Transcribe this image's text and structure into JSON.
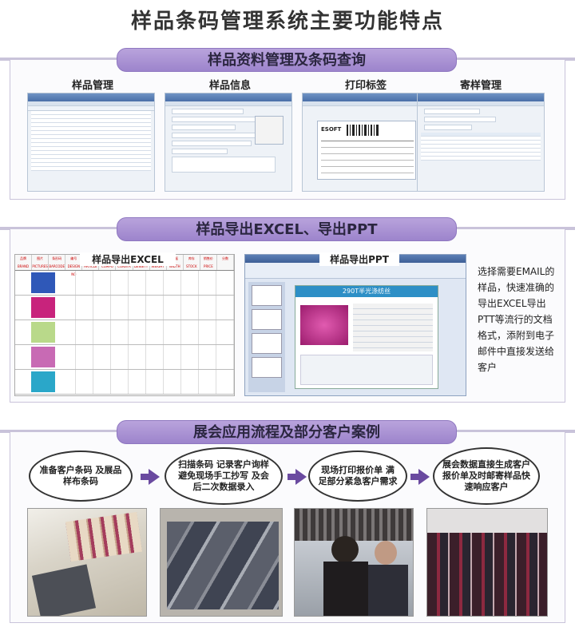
{
  "title": "样品条码管理系统主要功能特点",
  "section1": {
    "banner": "样品资料管理及条码查询",
    "items": [
      {
        "label": "样品管理"
      },
      {
        "label": "样品信息"
      },
      {
        "label": "打印标签"
      },
      {
        "label": "寄样管理"
      }
    ],
    "label_brand": "ESOFT"
  },
  "section2": {
    "banner": "样品导出EXCEL、导出PPT",
    "excel_caption": "样品导出EXCEL",
    "ppt_caption": "样品导出PPT",
    "ppt_slide_title": "290T半光涤纺丝",
    "description": "选择需要EMAIL的样品，快速准确的导出EXCEL导出PTT等流行的文档格式，添附到电子邮件中直接发送给客户",
    "excel_columns": [
      "品牌 BRAND",
      "图片 PICTURES",
      "条形码 BARCODE",
      "编号 DESIGN NO",
      "名称 ARTICLE",
      "成分 COMPO",
      "纱支 CONSTR",
      "密度 DENSITY",
      "克重 WEIGHT",
      "门幅 WIDTH",
      "库存 STOCK",
      "销售价 PRICE",
      "分数"
    ],
    "excel_swatch_colors": [
      "#2f58b8",
      "#c8237c",
      "#b9d98a",
      "#c86ab4",
      "#2aa7c9"
    ]
  },
  "section3": {
    "banner": "展会应用流程及部分客户案例",
    "steps": [
      "准备客户条码 及展品样布条码",
      "扫描条码 记录客户询样 避免现场手工抄写 及会后二次数据录入",
      "现场打印报价单 满足部分紧急客户需求",
      "展会数据直接生成客户报价单及时邮寄样品快速响应客户"
    ]
  },
  "colors": {
    "banner": "#a892d4",
    "arrow": "#6a4aa0",
    "panel_border": "#c9c3da"
  }
}
